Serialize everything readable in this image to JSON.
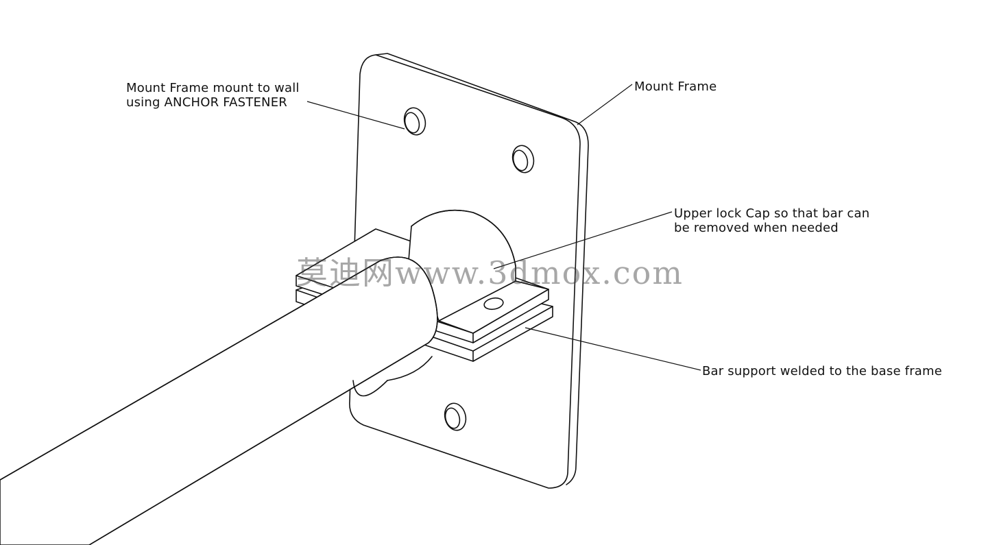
{
  "callouts": {
    "mount_frame_wall": [
      "Mount Frame mount to wall",
      "using ANCHOR FASTENER"
    ],
    "mount_frame": "Mount Frame",
    "upper_lock_cap": [
      "Upper lock Cap so that bar can",
      "be removed when needed"
    ],
    "bar_support": "Bar support welded to the base frame"
  },
  "watermark": "莫迪网www.3dmox.com"
}
